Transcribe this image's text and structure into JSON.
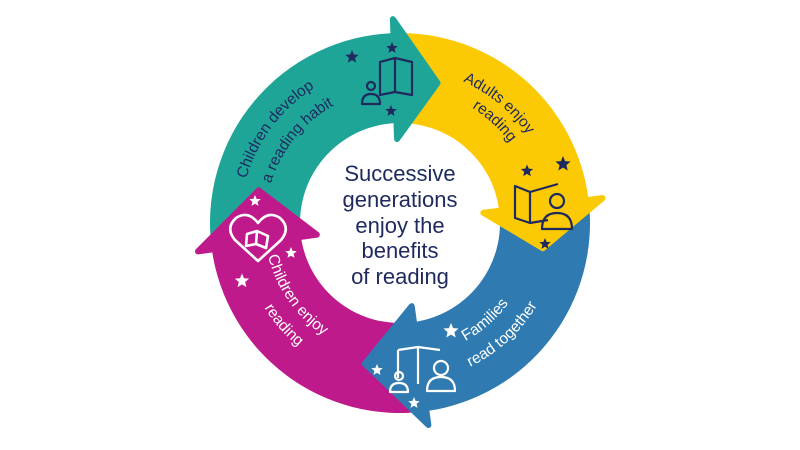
{
  "center": {
    "lines": [
      "Successive",
      "generations",
      "enjoy the",
      "benefits",
      "of reading"
    ]
  },
  "stages": [
    {
      "id": "children-develop-habit",
      "lines": [
        "Children develop",
        "a reading habit"
      ],
      "color": "#1fa598",
      "text_color": "#1e2a5e",
      "icon": "child-reading-book-icon"
    },
    {
      "id": "adults-enjoy-reading",
      "lines": [
        "Adults enjoy",
        "reading"
      ],
      "color": "#fcc905",
      "text_color": "#1e2a5e",
      "icon": "adult-reading-book-icon"
    },
    {
      "id": "families-read-together",
      "lines": [
        "Families",
        "read together"
      ],
      "color": "#2f7ab0",
      "text_color": "#ffffff",
      "icon": "family-reading-book-icon"
    },
    {
      "id": "children-enjoy-reading",
      "lines": [
        "Children enjoy",
        "reading"
      ],
      "color": "#bf1a8b",
      "text_color": "#ffffff",
      "icon": "heart-book-icon"
    }
  ],
  "colors": {
    "navy": "#1e2a5e",
    "white": "#ffffff"
  }
}
